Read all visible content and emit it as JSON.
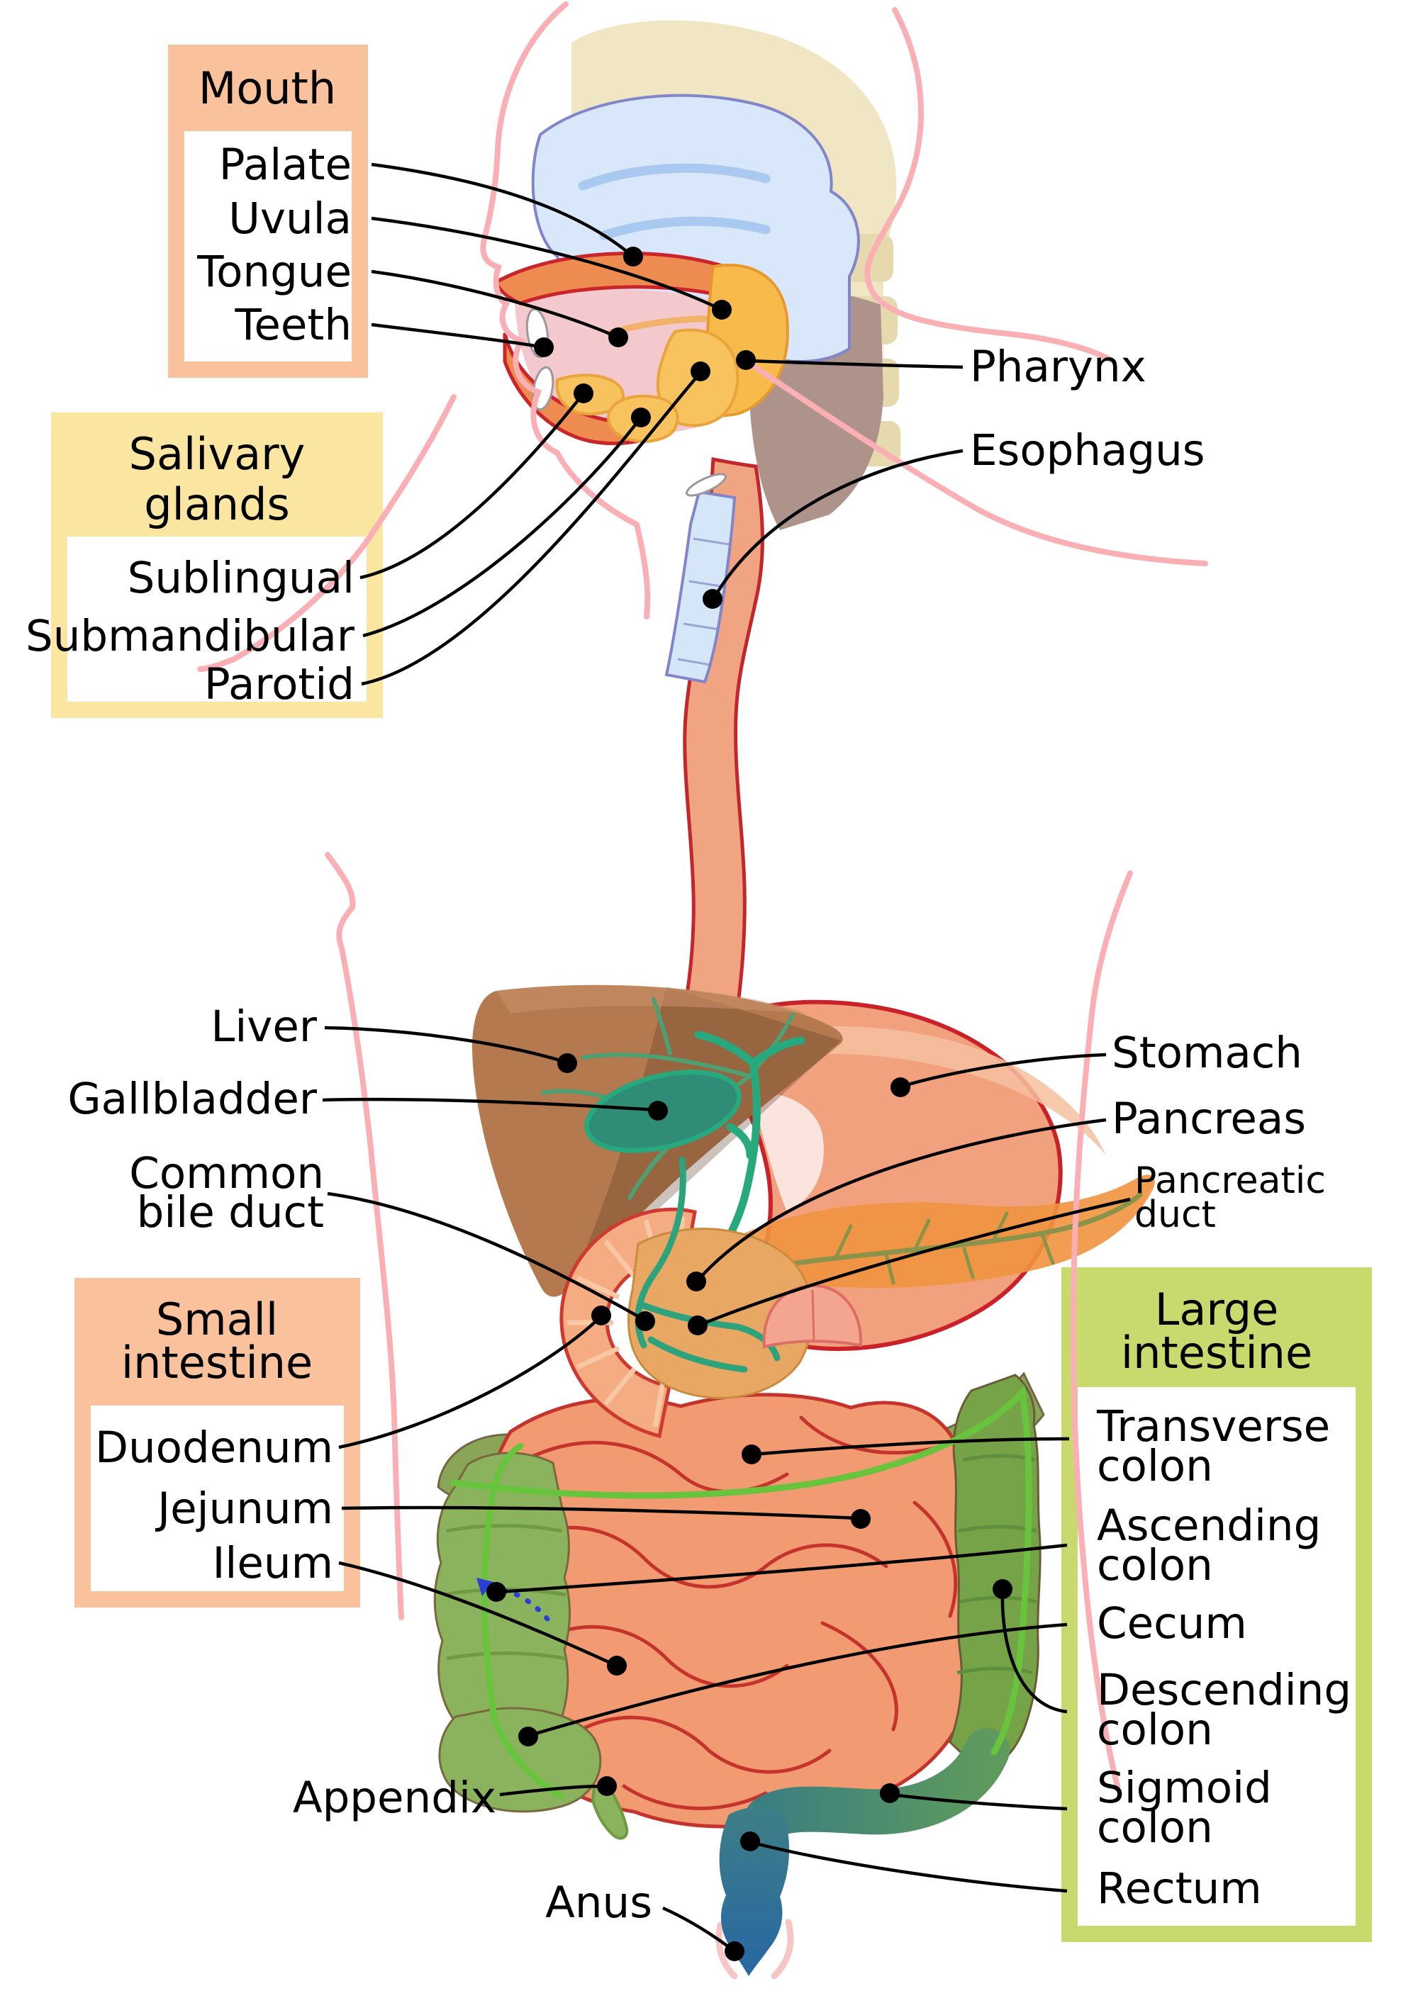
{
  "diagram": {
    "subject": "Human digestive system — labeled anatomical diagram",
    "groups": {
      "mouth": {
        "title": "Mouth",
        "items": [
          "Palate",
          "Uvula",
          "Tongue",
          "Teeth"
        ]
      },
      "salivary": {
        "title": "Salivary glands",
        "title_lines": [
          "Salivary",
          "glands"
        ],
        "items": [
          "Sublingual",
          "Submandibular",
          "Parotid"
        ]
      },
      "small_intestine": {
        "title": "Small intestine",
        "title_lines": [
          "Small",
          "intestine"
        ],
        "items": [
          "Duodenum",
          "Jejunum",
          "Ileum"
        ]
      },
      "large_intestine": {
        "title": "Large intestine",
        "title_lines": [
          "Large",
          "intestine"
        ],
        "items": [
          "Transverse colon",
          "Ascending colon",
          "Cecum",
          "Descending colon",
          "Sigmoid colon",
          "Rectum"
        ],
        "item_lines": [
          [
            "Transverse",
            "colon"
          ],
          [
            "Ascending",
            "colon"
          ],
          [
            "Cecum"
          ],
          [
            "Descending",
            "colon"
          ],
          [
            "Sigmoid",
            "colon"
          ],
          [
            "Rectum"
          ]
        ]
      }
    },
    "labels": {
      "pharynx": "Pharynx",
      "esophagus": "Esophagus",
      "liver": "Liver",
      "gallbladder": "Gallbladder",
      "common_bile_duct": "Common bile duct",
      "common_bile_duct_lines": [
        "Common",
        "bile duct"
      ],
      "stomach": "Stomach",
      "pancreas": "Pancreas",
      "pancreatic_duct": "Pancreatic duct",
      "pancreatic_duct_lines": [
        "Pancreatic",
        "duct"
      ],
      "appendix": "Appendix",
      "anus": "Anus"
    },
    "colors": {
      "box_mouth": "#F9C29C",
      "box_salivary": "#FAE6A1",
      "box_small_intestine": "#F9C29C",
      "box_large_intestine": "#C9D96E",
      "skin_outline": "#F9AFB4",
      "skull_beige": "#F0E6C3",
      "nasal_blue": "#D8E7F9",
      "trachea_blue": "#D5E6F8",
      "gland_yellow": "#F8C35E",
      "esophagus": "#F1A481",
      "organ_red_outline": "#C1272D",
      "liver": "#B4794E",
      "gallbladder": "#2E8C77",
      "bile_duct_green": "#27A87D",
      "stomach": "#F2A17E",
      "pancreas": "#EF9440",
      "small_intestine": "#F29B72",
      "small_intestine_lines": "#C5342C",
      "large_intestine": "#8BB35D",
      "transverse_colon": "#7FA04A",
      "sigmoid_teal": "#3C7F80",
      "rectum_blue": "#2B6FA4",
      "mesentery_green": "#68C43D",
      "flow_arrow_blue": "#2A3ED8"
    }
  }
}
